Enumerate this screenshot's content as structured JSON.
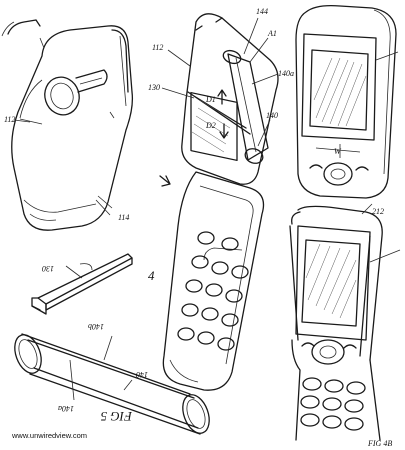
{
  "labels": {
    "l112a": "112",
    "l114": "114",
    "l112b": "112",
    "l130a": "130",
    "l144": "144",
    "lA1": "A1",
    "l140a_top": "140a",
    "lD1": "D1",
    "lD2": "D2",
    "l140top": "140",
    "lW": "W",
    "l212": "212",
    "l4": "4",
    "l130b": "130",
    "l140b_bottom": "140b",
    "l140bottom": "140",
    "l140a_bottom": "140a",
    "fig5": "FIG 5",
    "fig4b": "FIG 4B"
  },
  "watermark": "www.unwiredview.com"
}
